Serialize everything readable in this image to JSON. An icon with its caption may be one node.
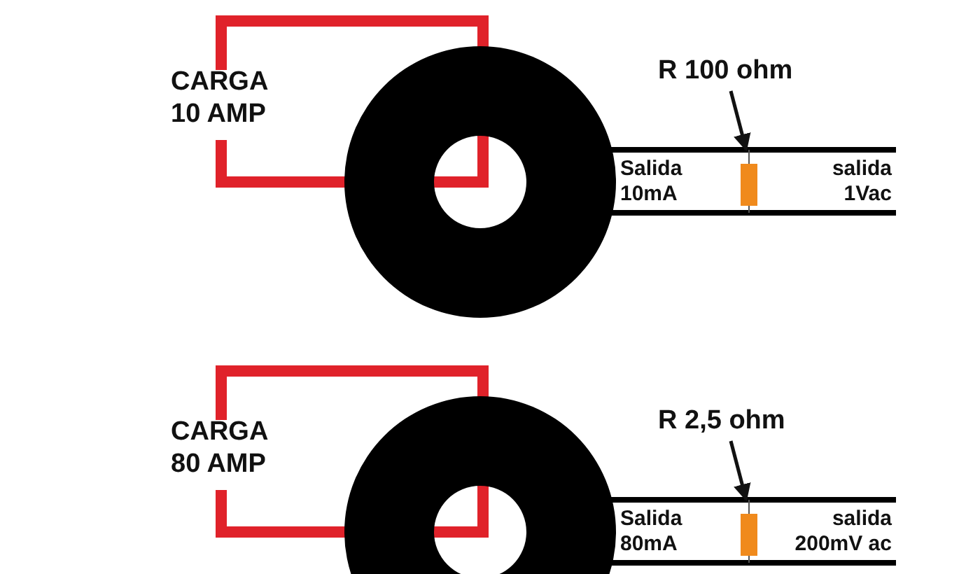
{
  "diagram": {
    "nodes": [
      {
        "text": [
          "R 100 ohm"
        ]
      },
      {
        "text": [],
        "shape": "bar"
      },
      {
        "text": [
          "R 2,5 ohm"
        ]
      },
      {
        "text": [],
        "shape": "bar"
      }
    ],
    "edges": [
      {
        "from": 0,
        "to": 1,
        "arrow": "to"
      },
      {
        "from": 2,
        "to": 3,
        "arrow": "to"
      }
    ],
    "labels": [
      "CARGA 10 AMP",
      "Salida 10mA",
      "salida 1Vac",
      "CARGA 80 AMP",
      "Salida 80mA",
      "salida 200mV ac"
    ]
  }
}
